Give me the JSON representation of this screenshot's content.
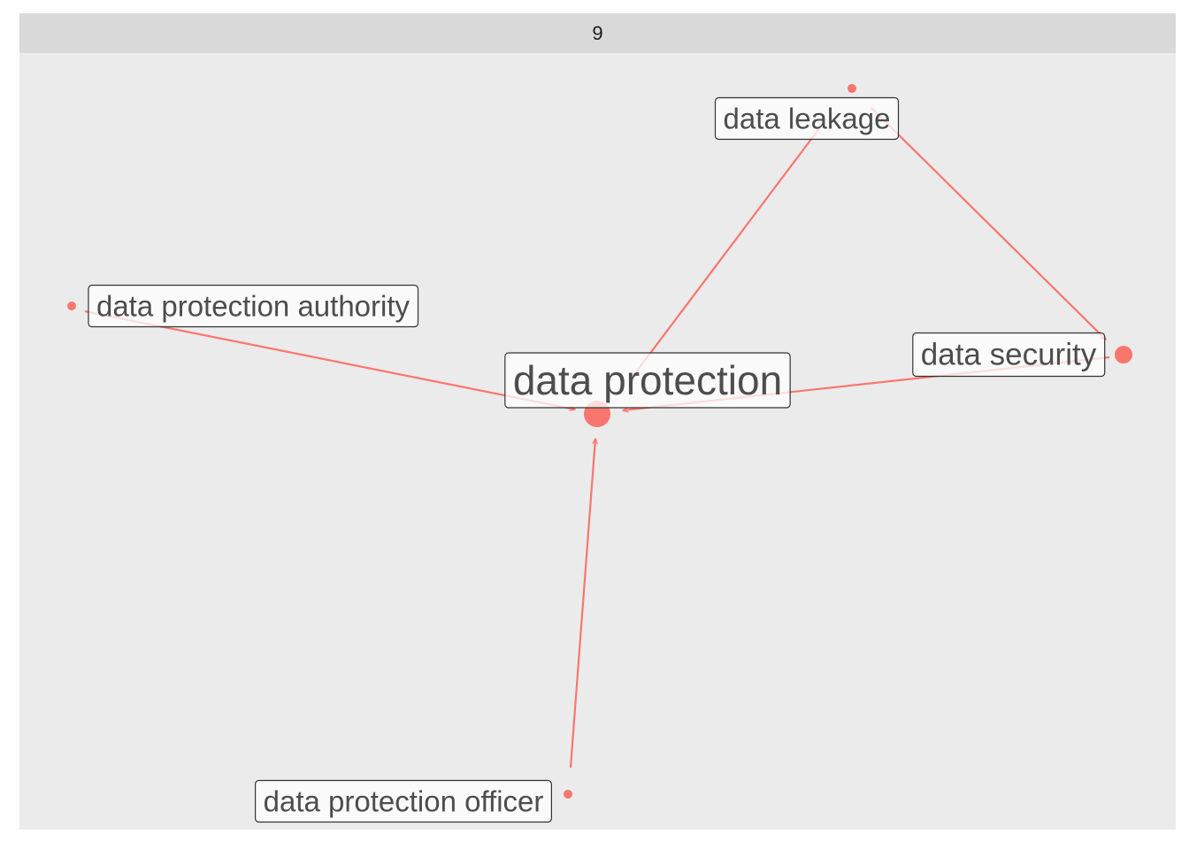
{
  "panel": {
    "strip_label": "9"
  },
  "graph": {
    "edge_color": "#f8766d",
    "node_color": "#f8766d",
    "nodes": [
      {
        "id": "data_protection",
        "label": "data protection",
        "size": "large"
      },
      {
        "id": "data_leakage",
        "label": "data leakage",
        "size": "small"
      },
      {
        "id": "data_security",
        "label": "data security",
        "size": "medium"
      },
      {
        "id": "data_protection_authority",
        "label": "data protection authority",
        "size": "small"
      },
      {
        "id": "data_protection_officer",
        "label": "data protection officer",
        "size": "small"
      }
    ],
    "edges": [
      {
        "from": "data_leakage",
        "to": "data_security"
      },
      {
        "from": "data_leakage",
        "to": "data_protection"
      },
      {
        "from": "data_security",
        "to": "data_protection"
      },
      {
        "from": "data_protection_authority",
        "to": "data_protection"
      },
      {
        "from": "data_protection_officer",
        "to": "data_protection"
      }
    ]
  }
}
